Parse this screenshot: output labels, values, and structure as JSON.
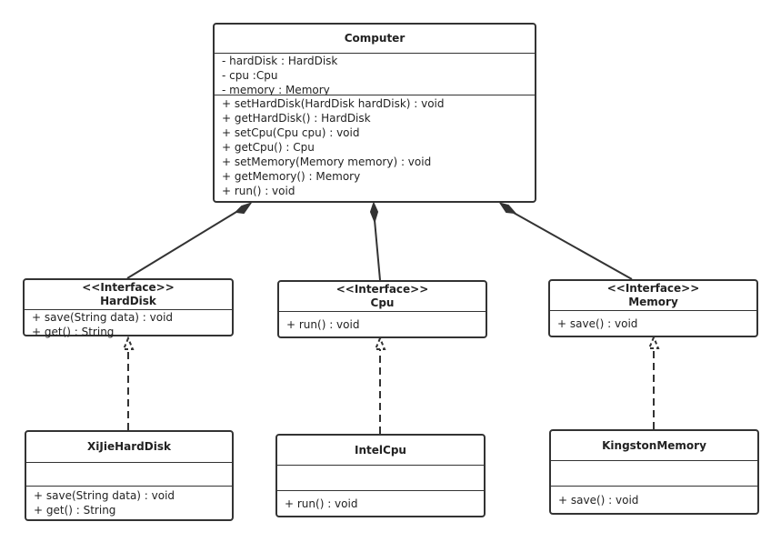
{
  "classes": {
    "computer": {
      "name": "Computer",
      "attributes": [
        "- hardDisk : HardDisk",
        "- cpu :Cpu",
        "- memory : Memory"
      ],
      "methods": [
        "+ setHardDisk(HardDisk hardDisk) : void",
        "+ getHardDisk() : HardDisk",
        "+ setCpu(Cpu cpu) : void",
        "+ getCpu() : Cpu",
        "+ setMemory(Memory memory) : void",
        "+ getMemory() : Memory",
        "+ run() : void"
      ]
    },
    "harddisk": {
      "stereotype": "<<Interface>>",
      "name": "HardDisk",
      "methods": [
        "+ save(String data) : void",
        "+ get() : String"
      ]
    },
    "cpu": {
      "stereotype": "<<Interface>>",
      "name": "Cpu",
      "methods": [
        "+ run() : void"
      ]
    },
    "memory": {
      "stereotype": "<<Interface>>",
      "name": "Memory",
      "methods": [
        "+ save() : void"
      ]
    },
    "xijie": {
      "name": "XiJieHardDisk",
      "methods": [
        "+ save(String data) : void",
        "+ get() : String"
      ]
    },
    "intel": {
      "name": "IntelCpu",
      "methods": [
        "+ run() : void"
      ]
    },
    "kingston": {
      "name": "KingstonMemory",
      "methods": [
        "+ save() : void"
      ]
    }
  },
  "relationships": [
    {
      "type": "composition",
      "from": "Computer",
      "to": "HardDisk"
    },
    {
      "type": "composition",
      "from": "Computer",
      "to": "Cpu"
    },
    {
      "type": "composition",
      "from": "Computer",
      "to": "Memory"
    },
    {
      "type": "realization",
      "from": "XiJieHardDisk",
      "to": "HardDisk"
    },
    {
      "type": "realization",
      "from": "IntelCpu",
      "to": "Cpu"
    },
    {
      "type": "realization",
      "from": "KingstonMemory",
      "to": "Memory"
    }
  ]
}
